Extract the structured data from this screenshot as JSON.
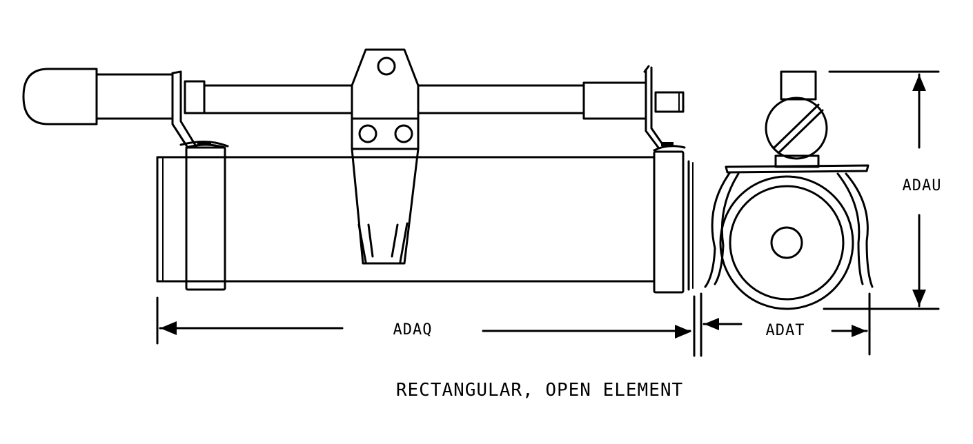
{
  "diagram": {
    "caption": "RECTANGULAR, OPEN ELEMENT",
    "dimensions": {
      "length_label": "ADAQ",
      "height_label": "ADAU",
      "width_label": "ADAT"
    }
  }
}
